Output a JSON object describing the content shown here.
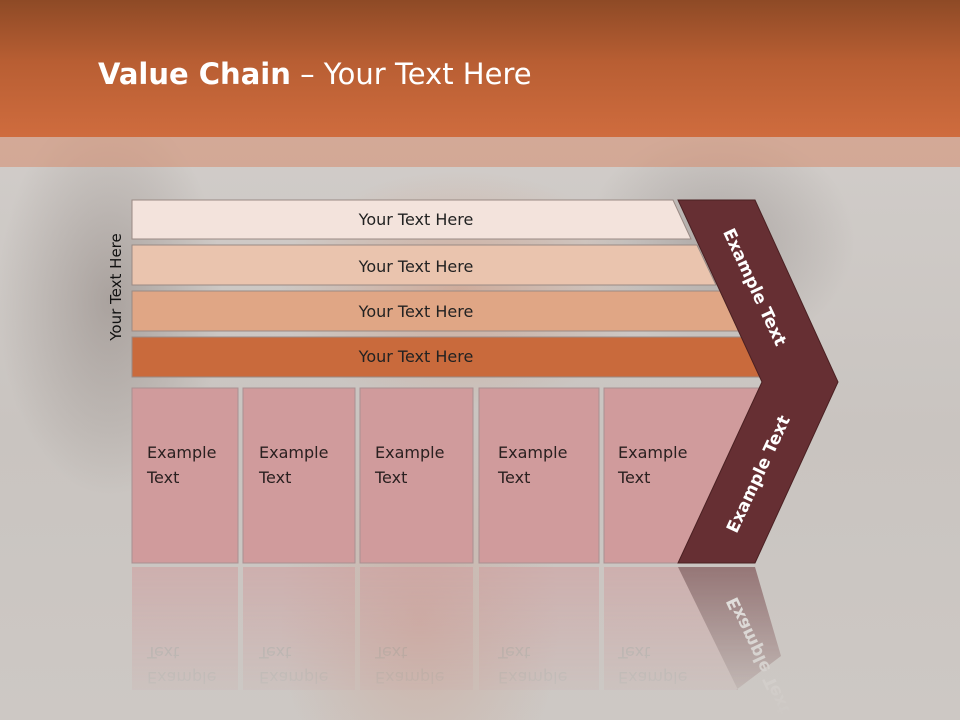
{
  "title": {
    "bold": "Value Chain",
    "rest": " – Your Text Here"
  },
  "side_label": "Your Text Here",
  "bars": [
    {
      "label": "Your Text Here",
      "color": "#f3e3dc"
    },
    {
      "label": "Your Text Here",
      "color": "#eac4ae"
    },
    {
      "label": "Your Text Here",
      "color": "#e0a685"
    },
    {
      "label": "Your Text Here",
      "color": "#c96a3c"
    }
  ],
  "cells": [
    {
      "line1": "Example",
      "line2": "Text"
    },
    {
      "line1": "Example",
      "line2": "Text"
    },
    {
      "line1": "Example",
      "line2": "Text"
    },
    {
      "line1": "Example",
      "line2": "Text"
    },
    {
      "line1": "Example",
      "line2": "Text"
    }
  ],
  "chevron": {
    "top_label": "Example Text",
    "bottom_label": "Example Text",
    "color": "#662f33"
  },
  "colors": {
    "cell": "#d09b9c",
    "header": "#c0653a"
  }
}
